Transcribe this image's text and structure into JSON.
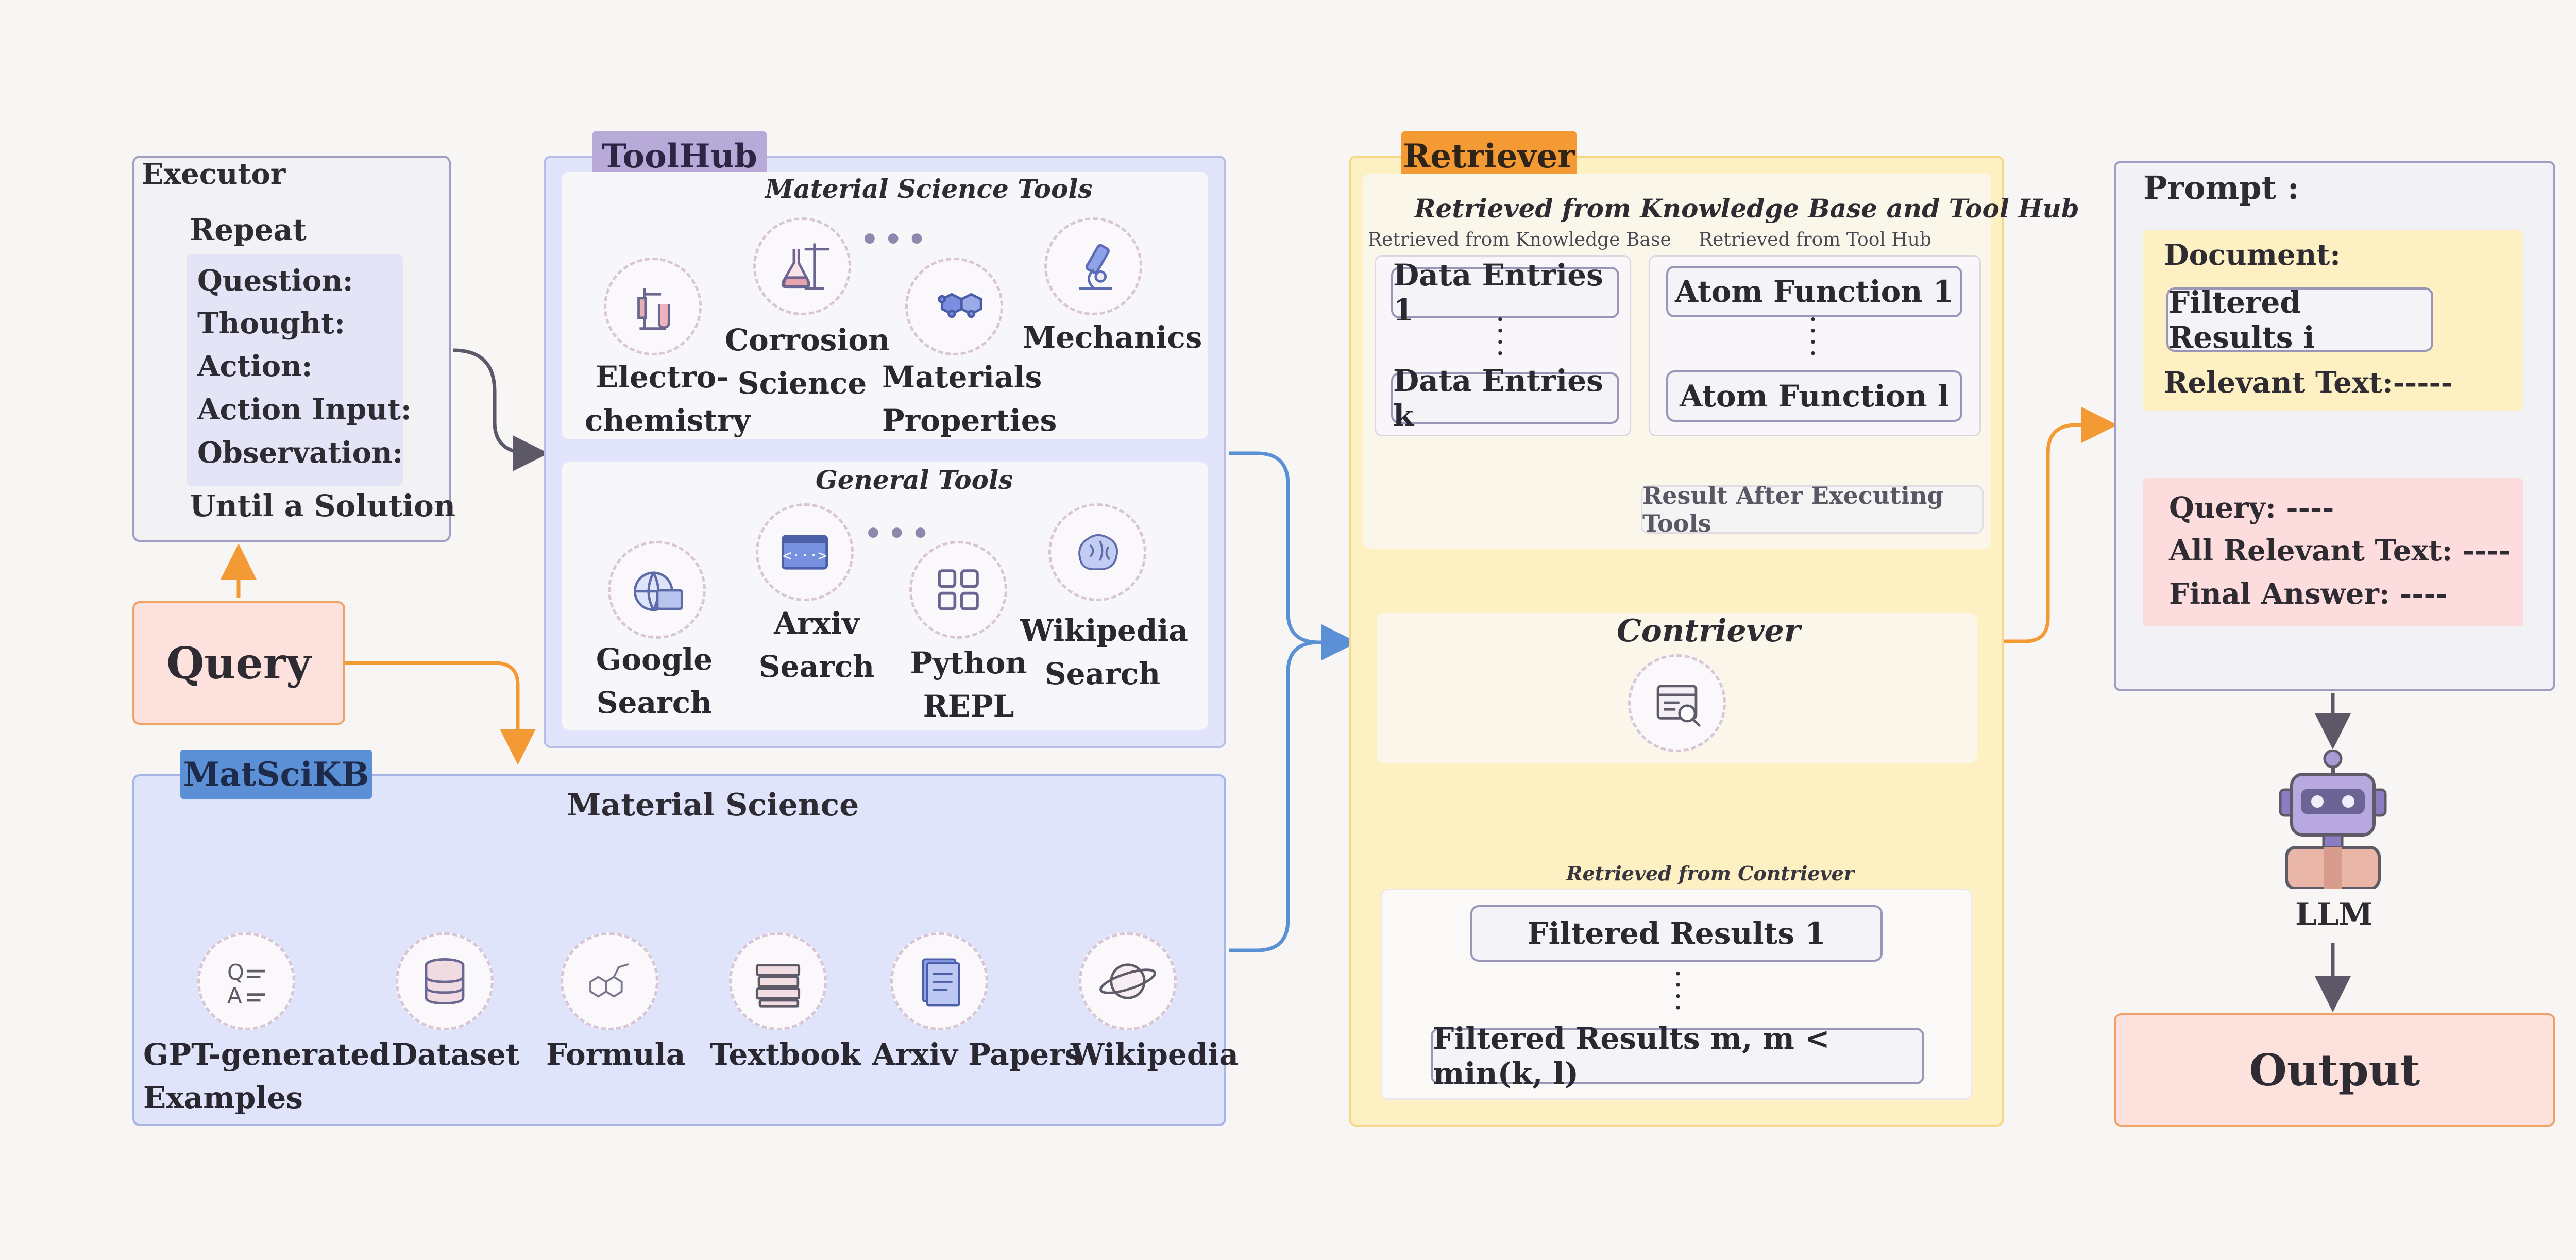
{
  "executor": {
    "title": "Executor",
    "repeat": "Repeat",
    "steps": [
      "Question:",
      "Thought:",
      "Action:",
      "Action Input:",
      "Observation:"
    ],
    "until": "Until a Solution"
  },
  "query": {
    "label": "Query"
  },
  "toolhub": {
    "tag": "ToolHub",
    "ms_title": "Material Science Tools",
    "ms_tools": [
      {
        "line1": "Electro-",
        "line2": "chemistry",
        "icon": "lab-stand-icon"
      },
      {
        "line1": "Corrosion",
        "line2": "Science",
        "icon": "flask-icon"
      },
      {
        "line1": "Materials",
        "line2": "Properties",
        "icon": "molecule-icon"
      },
      {
        "line1": "Mechanics",
        "line2": "",
        "icon": "microscope-icon"
      }
    ],
    "gen_title": "General Tools",
    "gen_tools": [
      {
        "line1": "Google",
        "line2": "Search",
        "icon": "globe-browser-icon"
      },
      {
        "line1": "Arxiv",
        "line2": "Search",
        "icon": "code-window-icon"
      },
      {
        "line1": "Python",
        "line2": "REPL",
        "icon": "grid-apps-icon"
      },
      {
        "line1": "Wikipedia",
        "line2": "Search",
        "icon": "brain-icon"
      }
    ]
  },
  "matscikb": {
    "tag": "MatSciKB",
    "root": "Material Science",
    "sources": [
      {
        "line1": "GPT-generated",
        "line2": "Examples",
        "icon": "qa-icon"
      },
      {
        "line1": "Dataset",
        "line2": "",
        "icon": "database-icon"
      },
      {
        "line1": "Formula",
        "line2": "",
        "icon": "chemical-structure-icon"
      },
      {
        "line1": "Textbook",
        "line2": "",
        "icon": "books-icon"
      },
      {
        "line1": "Arxiv Papers",
        "line2": "",
        "icon": "document-icon"
      },
      {
        "line1": "Wikipedia",
        "line2": "",
        "icon": "planet-icon"
      }
    ]
  },
  "retriever": {
    "tag": "Retriever",
    "top_title": "Retrieved from Knowledge Base and Tool Hub",
    "kb_caption": "Retrieved from Knowledge Base",
    "th_caption": "Retrieved from Tool Hub",
    "kb_first": "Data Entries 1",
    "kb_last": "Data Entries k",
    "th_first": "Atom Function 1",
    "th_last": "Atom Function l",
    "exec_result": "Result After Executing Tools",
    "contriever": "Contriever",
    "contriever_caption": "Retrieved from Contriever",
    "filtered_first": "Filtered Results 1",
    "filtered_last": "Filtered Results m, m < min(k, l)"
  },
  "prompt": {
    "title": "Prompt :",
    "document": "Document:",
    "filtered": "Filtered Results i",
    "relevant": "Relevant Text:-----",
    "query": "Query: ----",
    "all_relevant": "All Relevant Text: ----",
    "final_answer": "Final Answer: ----"
  },
  "llm": {
    "label": "LLM"
  },
  "output": {
    "label": "Output"
  },
  "colors": {
    "orange": "#f39a35",
    "blue": "#5b8fd6",
    "purple": "#a89ad0",
    "dark": "#5d5868"
  }
}
